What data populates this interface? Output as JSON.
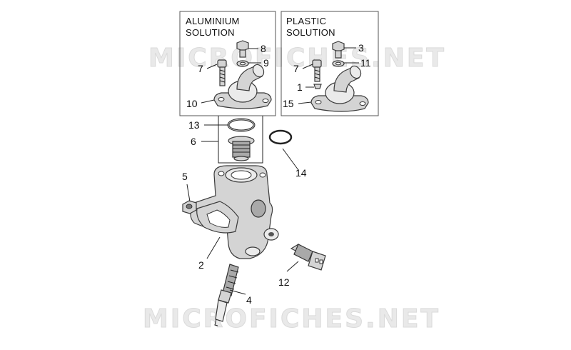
{
  "watermark": "MICROFICHES.NET",
  "boxes": {
    "aluminium": {
      "line1": "ALUMINIUM",
      "line2": "SOLUTION"
    },
    "plastic": {
      "line1": "PLASTIC",
      "line2": "SOLUTION"
    }
  },
  "callouts": {
    "alu_8": "8",
    "alu_9": "9",
    "alu_7": "7",
    "alu_10": "10",
    "pla_3": "3",
    "pla_11": "11",
    "pla_7": "7",
    "pla_1": "1",
    "pla_15": "15",
    "c13": "13",
    "c6": "6",
    "c14": "14",
    "c5": "5",
    "c2": "2",
    "c12": "12",
    "c4": "4"
  }
}
